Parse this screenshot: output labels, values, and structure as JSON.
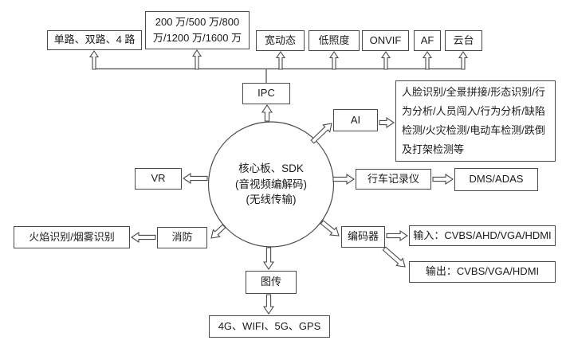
{
  "diagram": {
    "top_row": [
      {
        "label": "单路、双路、4 路"
      },
      {
        "label": "200 万/500 万/800 万/1200 万/1600 万"
      },
      {
        "label": "宽动态"
      },
      {
        "label": "低照度"
      },
      {
        "label": "ONVIF"
      },
      {
        "label": "AF"
      },
      {
        "label": "云台"
      }
    ],
    "ipc_label": "IPC",
    "core": {
      "title": "核心板、SDK",
      "sub1": "(音视频编解码)",
      "sub2": "(无线传输)"
    },
    "ai": {
      "label": "AI",
      "capabilities": "人脸识别/全景拼接/形态识别/行为分析/人员闯入/行为分析/缺陷检测/火灾检测/电动车检测/跌倒及打架检测等"
    },
    "vr_label": "VR",
    "dashcam": {
      "label": "行车记录仪",
      "output": "DMS/ADAS"
    },
    "fire": {
      "label": "消防",
      "recognition": "火焰识别/烟雾识别"
    },
    "encoder": {
      "label": "编码器",
      "input": "输入：CVBS/AHD/VGA/HDMI",
      "output": "输出：CVBS/VGA/HDMI"
    },
    "image_transmission": {
      "label": "图传",
      "links": "4G、WIFI、5G、GPS"
    }
  },
  "style_tokens": {
    "line_color": "#4a4a4a",
    "background": "#ffffff",
    "text_color": "#1a1a1a"
  }
}
